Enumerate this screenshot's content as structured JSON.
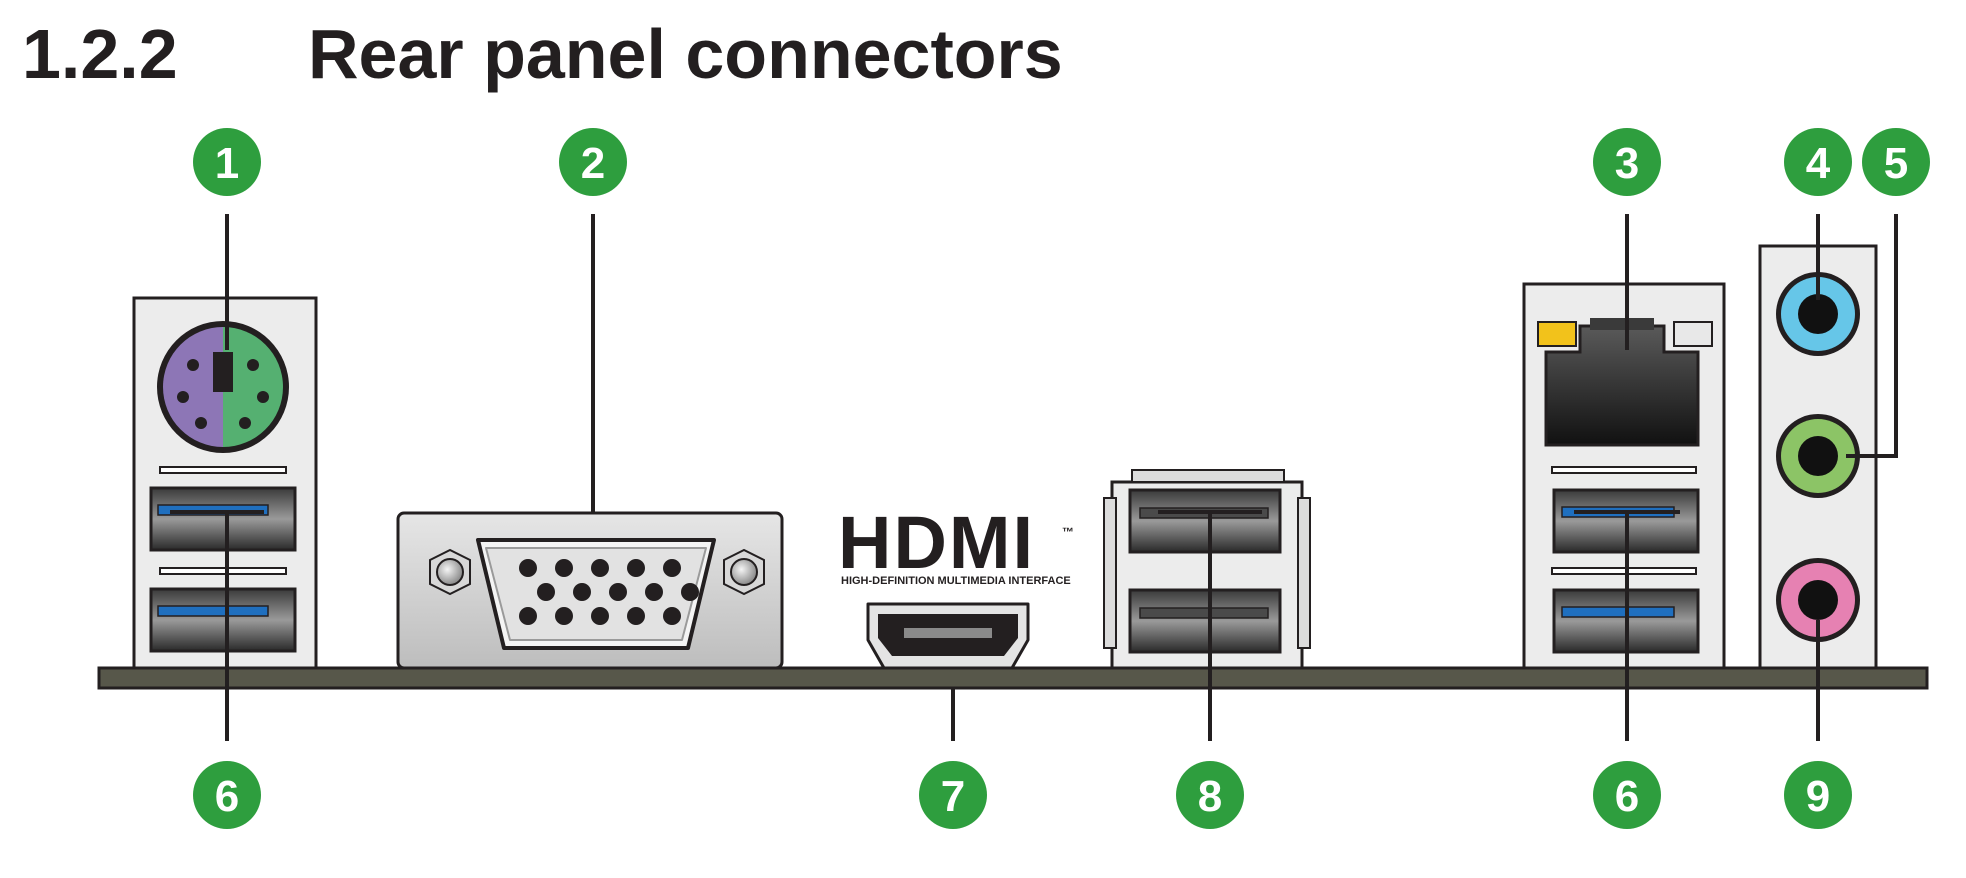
{
  "section": {
    "number": "1.2.2",
    "title": "Rear panel connectors"
  },
  "hdmi_logo": {
    "word": "HDMI",
    "tm": "™",
    "subtitle": "HIGH-DEFINITION MULTIMEDIA INTERFACE"
  },
  "callouts": {
    "c1": "1",
    "c2": "2",
    "c3": "3",
    "c4": "4",
    "c5": "5",
    "c6a": "6",
    "c6b": "6",
    "c7": "7",
    "c8": "8",
    "c9": "9"
  },
  "colors": {
    "callout": "#2e9e3e",
    "ps2_purple": "#8d76b6",
    "ps2_green": "#55b071",
    "usb3_blue": "#1f6fbf",
    "audio_line_in": "#66c6e8",
    "audio_line_out": "#8cc466",
    "audio_mic": "#e681b2",
    "lan_led_amber": "#f2c21b",
    "board": "#57574a"
  }
}
